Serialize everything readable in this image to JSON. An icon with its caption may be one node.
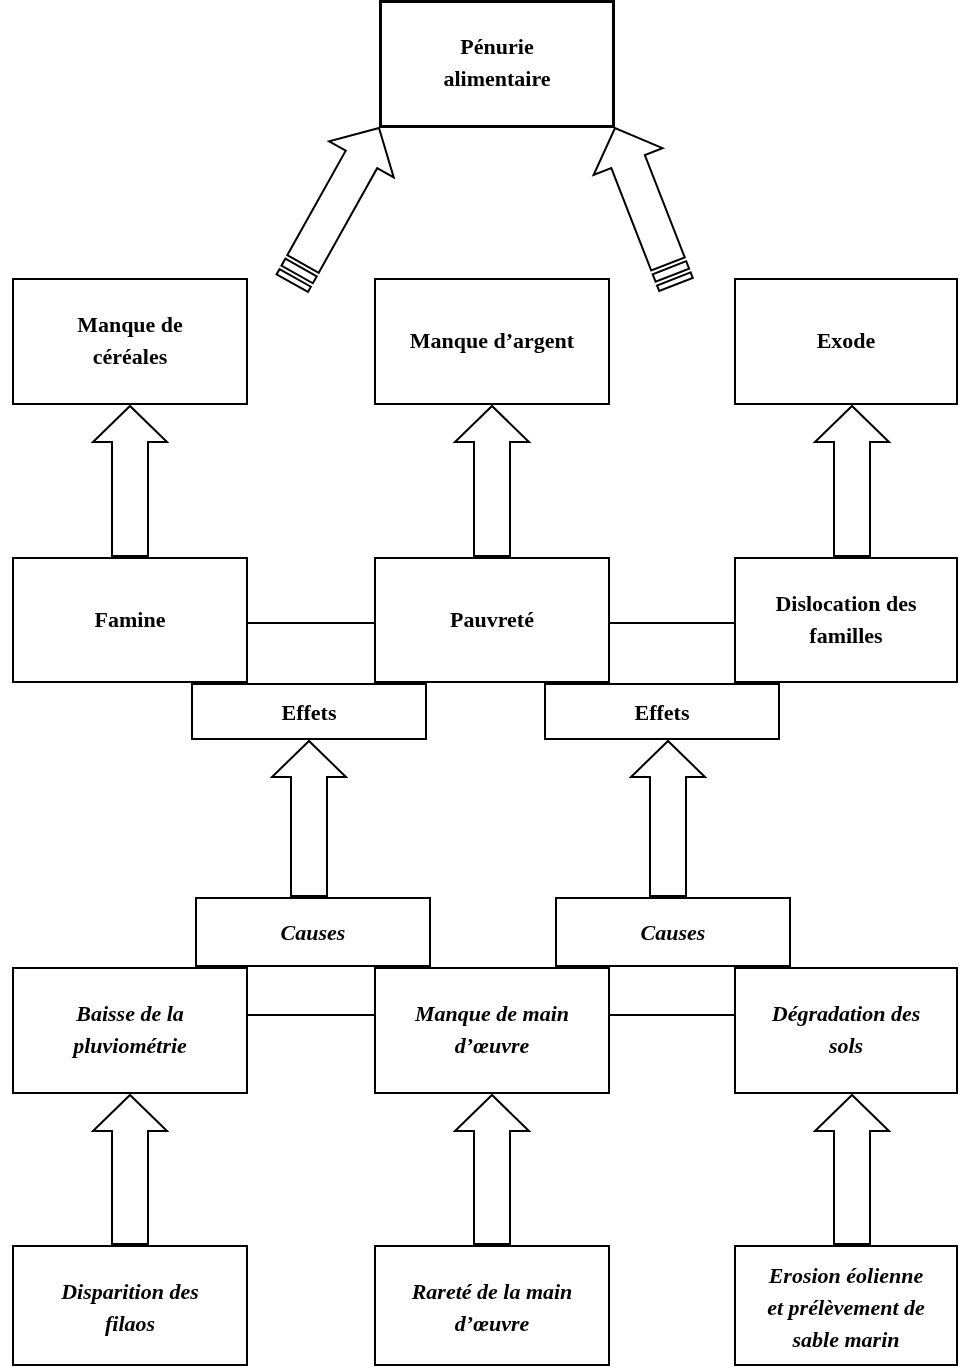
{
  "diagram": {
    "nodes": [
      {
        "text": [
          "Pénurie alimentaire"
        ]
      },
      {
        "text": [
          "Manque de céréales"
        ]
      },
      {
        "text": [
          "Manque d’argent"
        ]
      },
      {
        "text": [
          "Exode"
        ]
      },
      {
        "text": [
          "Famine"
        ]
      },
      {
        "text": [
          "Pauvreté"
        ]
      },
      {
        "text": [
          "Dislocation des familles"
        ]
      },
      {
        "text": [
          "Effets"
        ]
      },
      {
        "text": [
          "Effets"
        ]
      },
      {
        "text": [
          "Causes"
        ]
      },
      {
        "text": [
          "Causes"
        ]
      },
      {
        "text": [
          "Baisse de la pluviométrie"
        ]
      },
      {
        "text": [
          "Manque de main d’œuvre"
        ]
      },
      {
        "text": [
          "Dégradation des sols"
        ]
      },
      {
        "text": [
          "Disparition des filaos"
        ]
      },
      {
        "text": [
          "Rareté de la main d’œuvre"
        ]
      },
      {
        "text": [
          "Erosion éolienne et prélèvement de sable marin"
        ]
      }
    ],
    "edges": [
      {
        "from": null,
        "to": 0,
        "arrow": "to"
      },
      {
        "from": null,
        "to": 0,
        "arrow": "to"
      },
      {
        "from": 4,
        "to": 1,
        "arrow": "to"
      },
      {
        "from": 5,
        "to": 2,
        "arrow": "to"
      },
      {
        "from": 6,
        "to": 3,
        "arrow": "to"
      },
      {
        "from": 4,
        "to": 5,
        "arrow": "none"
      },
      {
        "from": 5,
        "to": 6,
        "arrow": "none"
      },
      {
        "from": 9,
        "to": 7,
        "arrow": "to"
      },
      {
        "from": 10,
        "to": 8,
        "arrow": "to"
      },
      {
        "from": 11,
        "to": 12,
        "arrow": "none"
      },
      {
        "from": 12,
        "to": 13,
        "arrow": "none"
      },
      {
        "from": 14,
        "to": 11,
        "arrow": "to"
      },
      {
        "from": 15,
        "to": 12,
        "arrow": "to"
      },
      {
        "from": 16,
        "to": 13,
        "arrow": "to"
      }
    ]
  }
}
